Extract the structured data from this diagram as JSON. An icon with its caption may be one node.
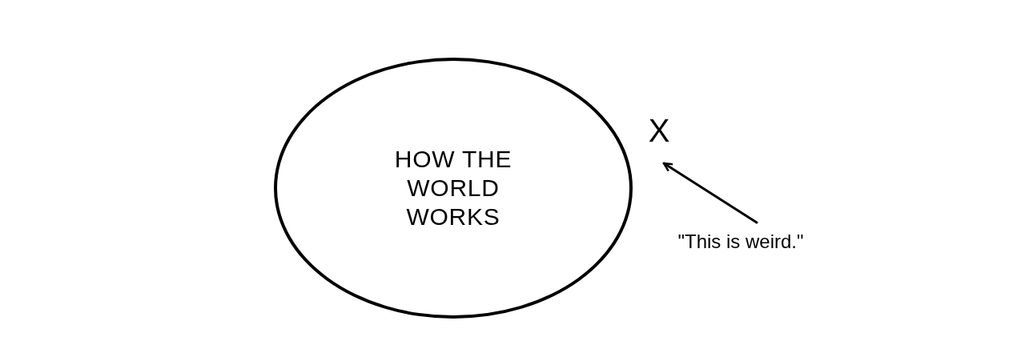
{
  "diagram": {
    "nodes": [
      {
        "text": [
          "HOW THE WORLD WORKS"
        ]
      },
      {
        "text": [
          "X"
        ]
      },
      {
        "text": [
          "\"This is weird.\""
        ]
      }
    ],
    "edges": [
      {
        "from": 2,
        "to": 1,
        "arrow": "to"
      }
    ]
  }
}
